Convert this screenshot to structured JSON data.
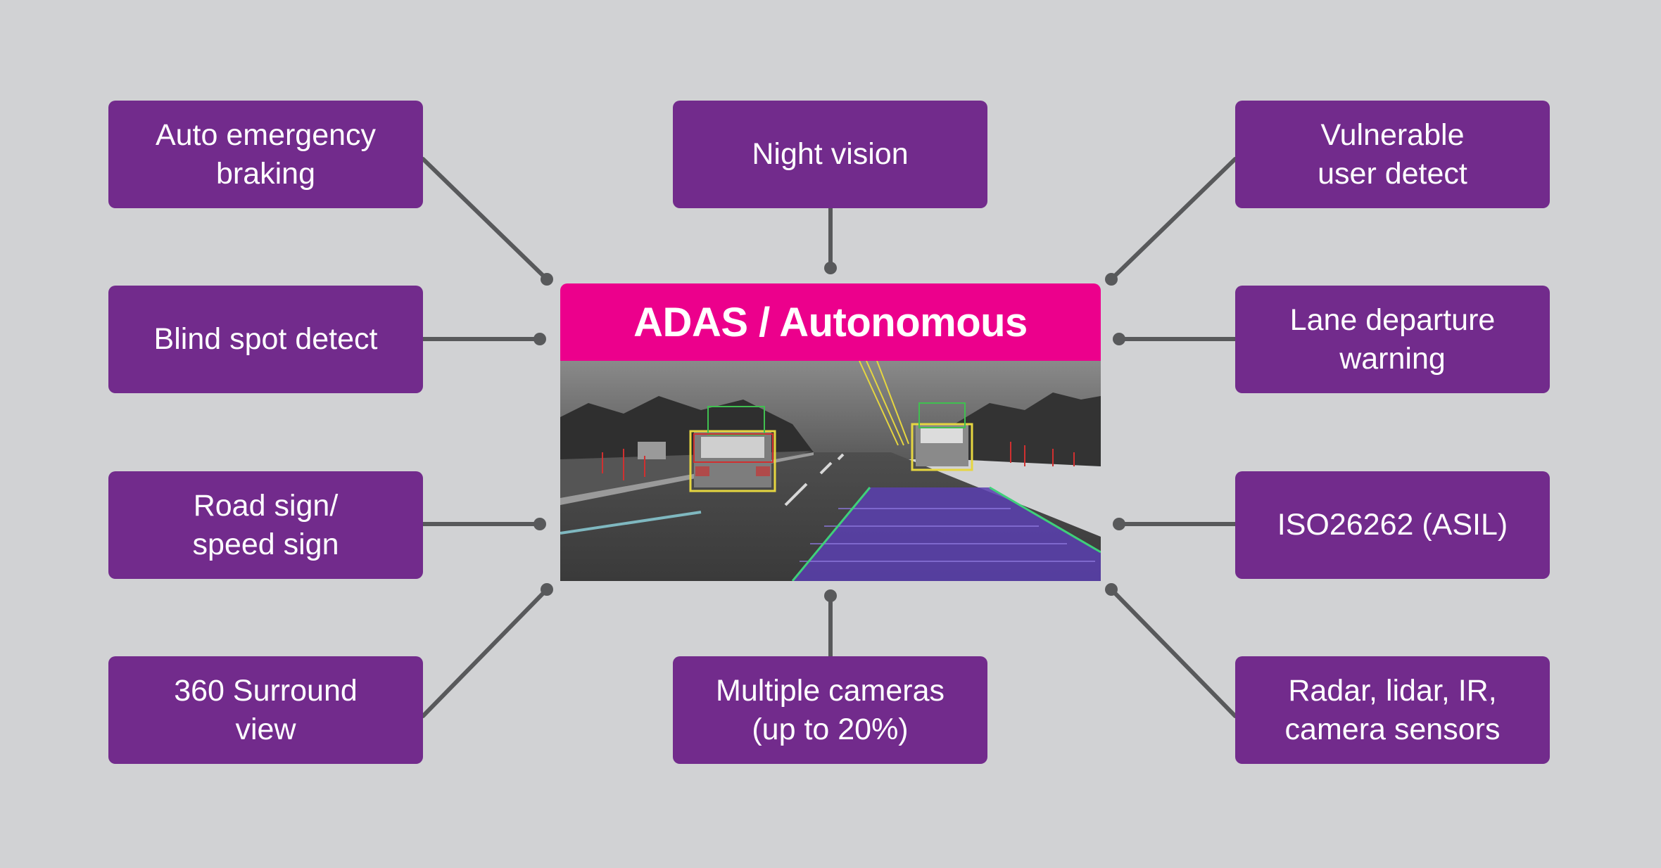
{
  "center": {
    "title": "ADAS / Autonomous"
  },
  "features": {
    "auto_emergency": "Auto emergency\nbraking",
    "night_vision": "Night vision",
    "vulnerable_user": "Vulnerable\nuser  detect",
    "blind_spot": "Blind spot detect",
    "lane_departure": "Lane departure\nwarning",
    "road_sign": "Road sign/\nspeed sign",
    "iso": "ISO26262 (ASIL)",
    "surround": "360 Surround\nview",
    "cameras": "Multiple cameras\n(up to 20%)",
    "radar": "Radar, lidar, IR,\ncamera sensors"
  },
  "colors": {
    "background": "#d1d2d4",
    "box": "#722b8c",
    "title_bar": "#ec008c",
    "connector": "#58595b",
    "lane_overlay": "#5b3fb0"
  }
}
